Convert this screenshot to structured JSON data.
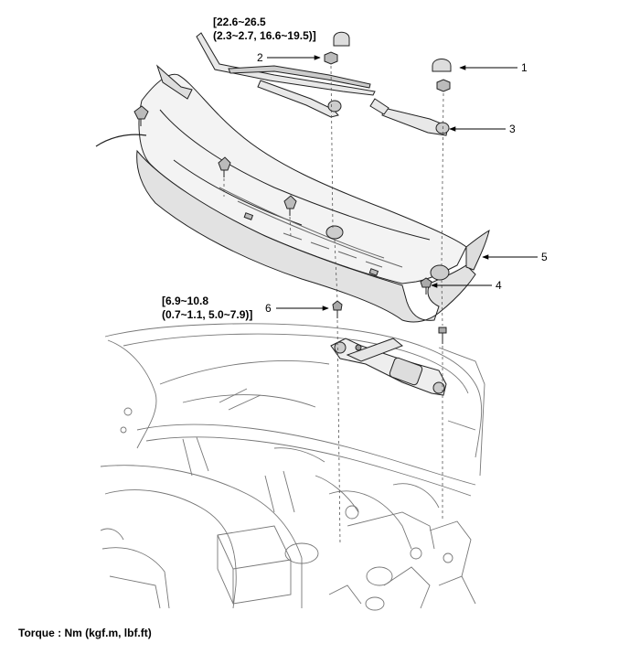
{
  "callouts": {
    "c1": "1",
    "c2": "2",
    "c3": "3",
    "c4": "4",
    "c5": "5",
    "c6": "6"
  },
  "torque_specs": {
    "wiper_arm_nut": {
      "line1": "[22.6~26.5",
      "line2": "(2.3~2.7, 16.6~19.5)]"
    },
    "motor_bolt": {
      "line1": "[6.9~10.8",
      "line2": "(0.7~1.1, 5.0~7.9)]"
    }
  },
  "footer": {
    "torque_units": "Torque : Nm (kgf.m, lbf.ft)"
  }
}
